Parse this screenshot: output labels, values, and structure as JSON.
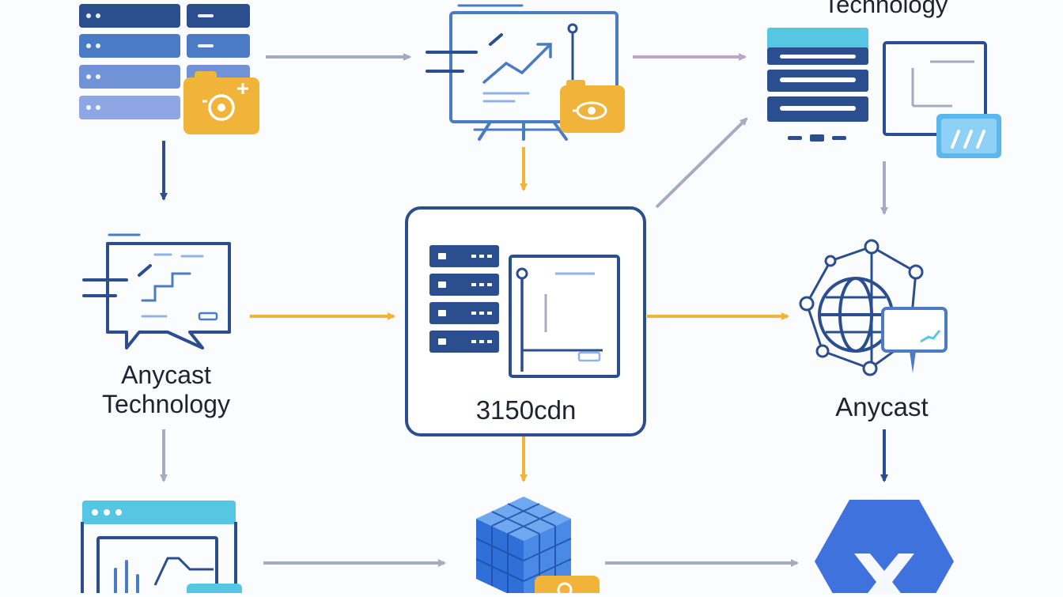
{
  "diagram": {
    "labels": {
      "top_right": "Technology",
      "left_middle": "Anycast Technology",
      "center": "3150cdn",
      "right_middle": "Anycast"
    },
    "colors": {
      "navy": "#2b4f8e",
      "blue": "#4a7cc5",
      "light_blue": "#8fb2e8",
      "periwinkle": "#8a94d8",
      "cyan": "#56c7e3",
      "amber": "#f0b43a",
      "gray_arrow": "#a7abc0",
      "lavender_arrow": "#b9a6c6",
      "text": "#1c2432"
    },
    "icons": [
      "server-rack-icon",
      "camera-badge-icon",
      "analytics-whiteboard-icon",
      "monitor-chart-icon",
      "server-panel-icon",
      "globe-network-icon",
      "dashboard-window-icon",
      "cube-grid-icon",
      "hexagon-logo-icon"
    ]
  }
}
